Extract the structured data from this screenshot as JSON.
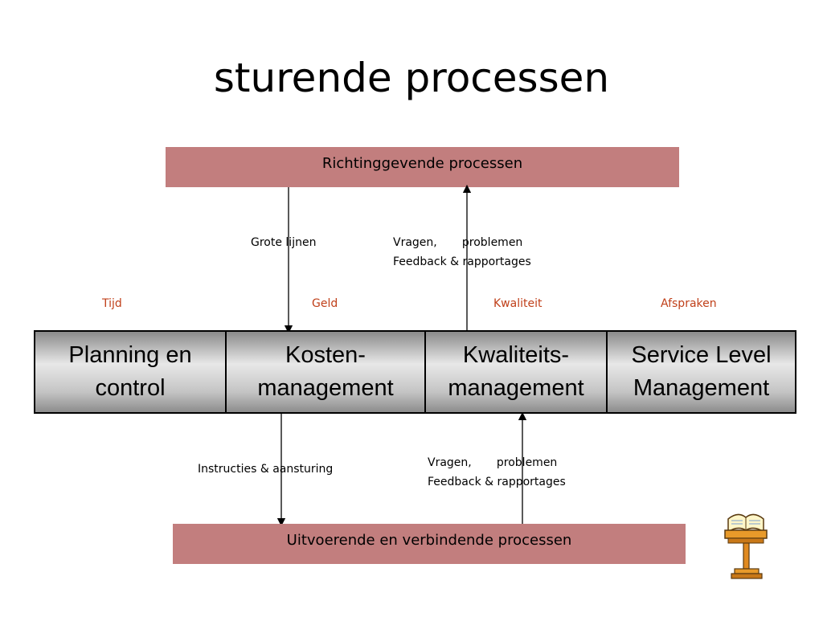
{
  "title": "sturende processen",
  "top_bar": "Richtinggevende processen",
  "bottom_bar": "Uitvoerende en verbindende processen",
  "upper_labels": {
    "down": "Grote lijnen",
    "up_line1": "Vragen,       problemen",
    "up_line2": "Feedback & rapportages"
  },
  "categories": [
    "Tijd",
    "Geld",
    "Kwaliteit",
    "Afspraken"
  ],
  "processes": [
    "Planning en\ncontrol",
    "Kosten-\nmanagement",
    "Kwaliteits-\nmanagement",
    "Service Level\nManagement"
  ],
  "lower_labels": {
    "down": "Instructies & aansturing",
    "up_line1": "Vragen,       problemen",
    "up_line2": "Feedback & rapportages"
  },
  "colors": {
    "bar": "#c27e7e",
    "category_text": "#c0401a"
  },
  "decoration_icon": "lectern-book-icon"
}
